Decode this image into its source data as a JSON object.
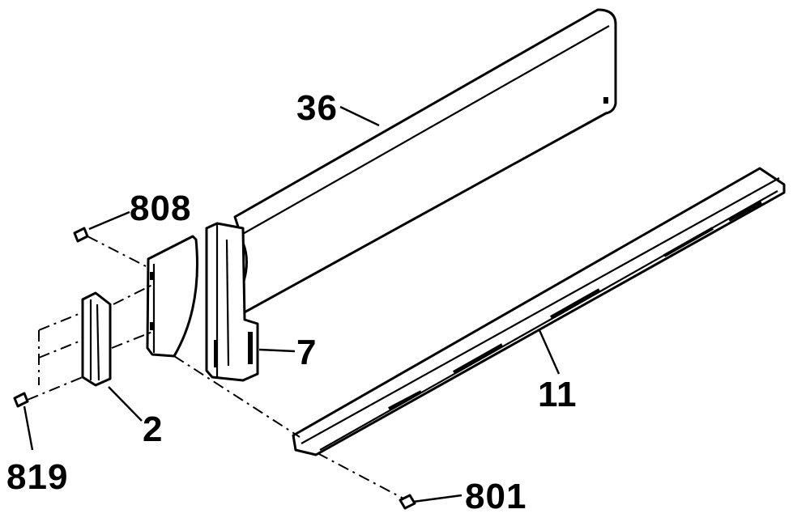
{
  "parts": [
    {
      "id": "36",
      "label": "36"
    },
    {
      "id": "808",
      "label": "808"
    },
    {
      "id": "7",
      "label": "7"
    },
    {
      "id": "11",
      "label": "11"
    },
    {
      "id": "2",
      "label": "2"
    },
    {
      "id": "819",
      "label": "819"
    },
    {
      "id": "801",
      "label": "801"
    }
  ],
  "colors": {
    "line": "#000000",
    "background": "#ffffff"
  }
}
